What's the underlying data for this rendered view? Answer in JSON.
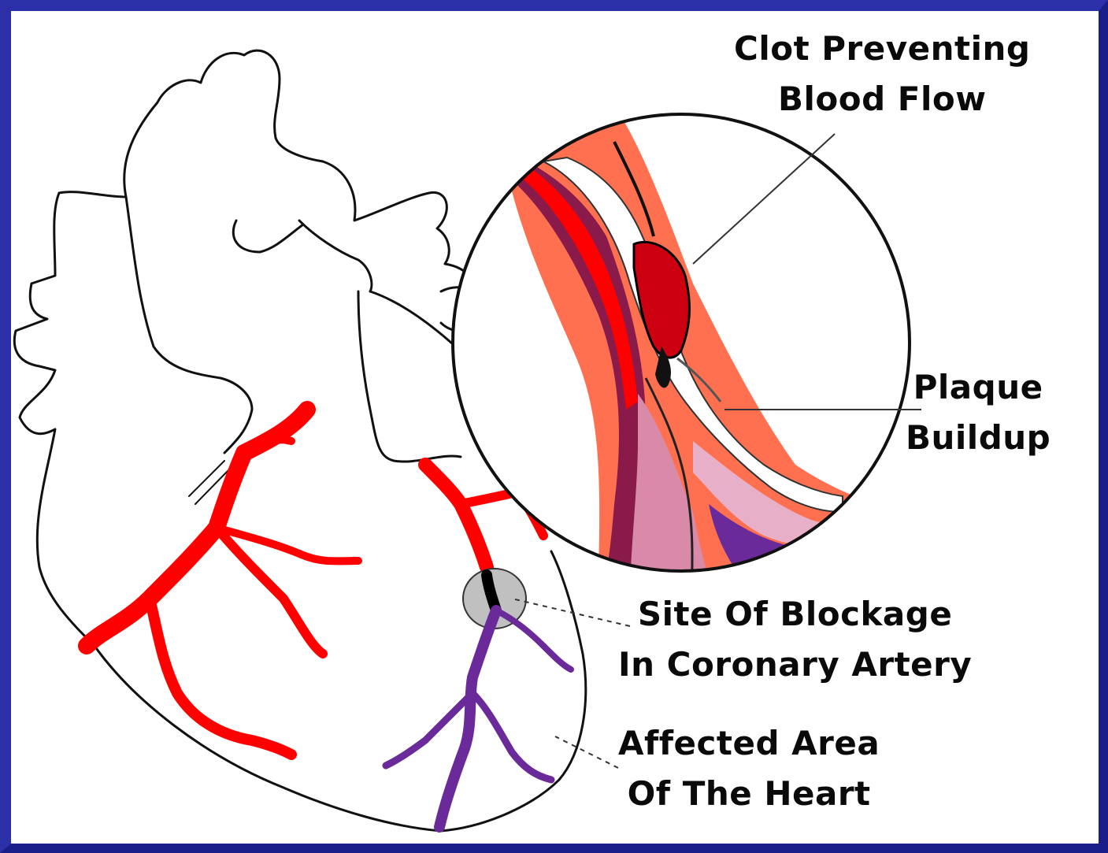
{
  "labels": {
    "clot": {
      "line1": "Clot Preventing",
      "line2": "Blood Flow"
    },
    "plaque": {
      "line1": "Plaque",
      "line2": "Buildup"
    },
    "blockage": {
      "line1": "Site Of Blockage",
      "line2": "In Coronary Artery"
    },
    "affected": {
      "line1": "Affected Area",
      "line2": "Of The Heart"
    }
  },
  "colors": {
    "frame": "#2b2fa8",
    "artery": "#ff0000",
    "affected_vessel": "#6a2a9a",
    "blockage_ring": "#c0c0c0",
    "vessel_wall_outer": "#ff7050",
    "vessel_wall_inner": "#8a1a4a",
    "plaque": "#ffffff",
    "clot": "#cc0010"
  }
}
